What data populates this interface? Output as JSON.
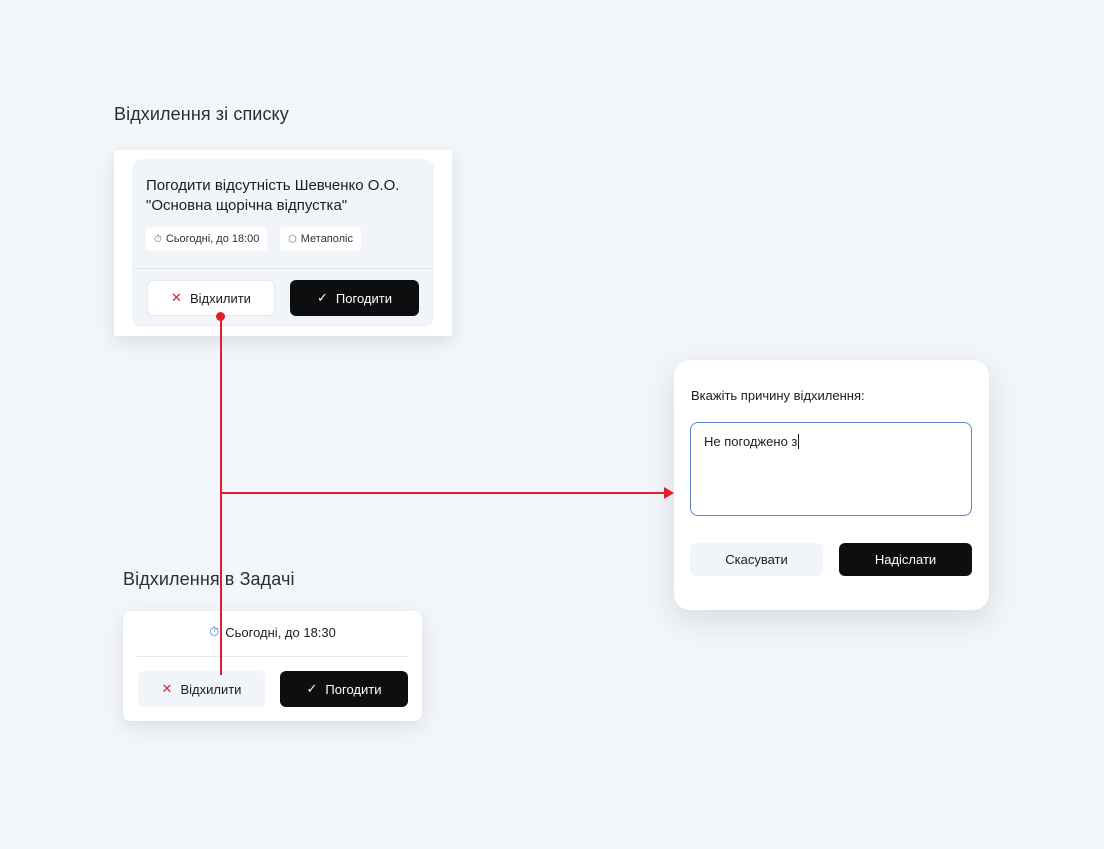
{
  "list_section": {
    "title": "Відхилення зі списку",
    "card": {
      "title": "Погодити відсутність Шевченко О.О. \"Основна щорічна відпустка\"",
      "chips": [
        {
          "icon": "stopwatch-icon",
          "glyph": "⏱",
          "label": "Сьогодні, до 18:00"
        },
        {
          "icon": "hexagon-icon",
          "glyph": "⬡",
          "label": "Метаполіс"
        }
      ],
      "reject_label": "Відхилити",
      "approve_label": "Погодити"
    }
  },
  "task_section": {
    "title": "Відхилення в Задачі",
    "card": {
      "time_label": "Сьогодні, до 18:30",
      "reject_label": "Відхилити",
      "approve_label": "Погодити"
    }
  },
  "dialog": {
    "label": "Вкажіть причину відхилення:",
    "input_value": "Не погоджено з",
    "cancel_label": "Скасувати",
    "submit_label": "Надіслати"
  },
  "colors": {
    "accent_red": "#e0202f",
    "primary_black": "#0d0e10",
    "focus_blue": "#5b86d6",
    "background": "#f2f5f9"
  }
}
